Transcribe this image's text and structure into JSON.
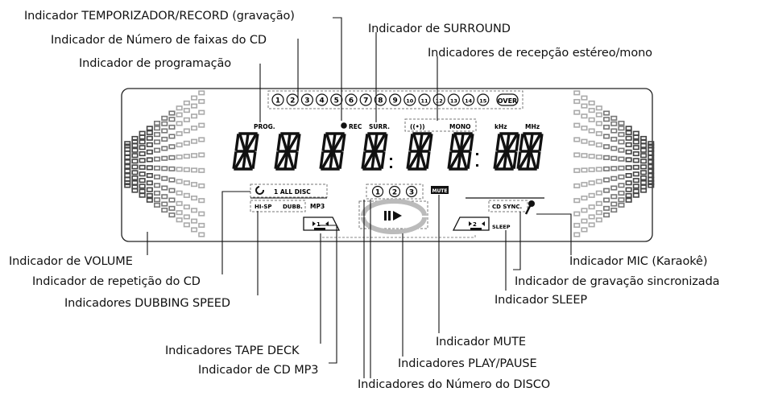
{
  "labels": {
    "timer_record": "Indicador TEMPORIZADOR/RECORD (gravação)",
    "cd_track_number": "Indicador de Número de faixas do CD",
    "surround": "Indicador de SURROUND",
    "program": "Indicador de programação",
    "stereo_mono": "Indicadores de recepção estéreo/mono",
    "volume": "Indicador de VOLUME",
    "repeat": "Indicador de repetição do CD",
    "dubbing_speed": "Indicadores DUBBING SPEED",
    "mic": "Indicador MIC (Karaokê)",
    "sync_record": "Indicador de gravação sincronizada",
    "sleep": "Indicador SLEEP",
    "tape_deck": "Indicadores TAPE DECK",
    "cd_mp3": "Indicador de CD MP3",
    "mute": "Indicador MUTE",
    "play_pause": "Indicadores PLAY/PAUSE",
    "disc_number": "Indicadores do Número do DISCO"
  },
  "display": {
    "track_numbers": [
      "1",
      "2",
      "3",
      "4",
      "5",
      "6",
      "7",
      "8",
      "9",
      "10",
      "11",
      "12",
      "13",
      "14",
      "15"
    ],
    "over": "OVER",
    "prog": "PROG.",
    "rec": "REC",
    "surr": "SURR.",
    "stereo": "((•))",
    "mono": "MONO",
    "khz": "kHz",
    "mhz": "MHz",
    "repeat_text": "1 ALL DISC",
    "hispd": "HI-SP",
    "dubb": "DUBB.",
    "mp3": "MP3",
    "discs": [
      "1",
      "2",
      "3"
    ],
    "mute": "MUTE",
    "deck1": "1",
    "deck2": "2",
    "cd_sync": "CD SYNC.",
    "sleep": "SLEEP"
  }
}
